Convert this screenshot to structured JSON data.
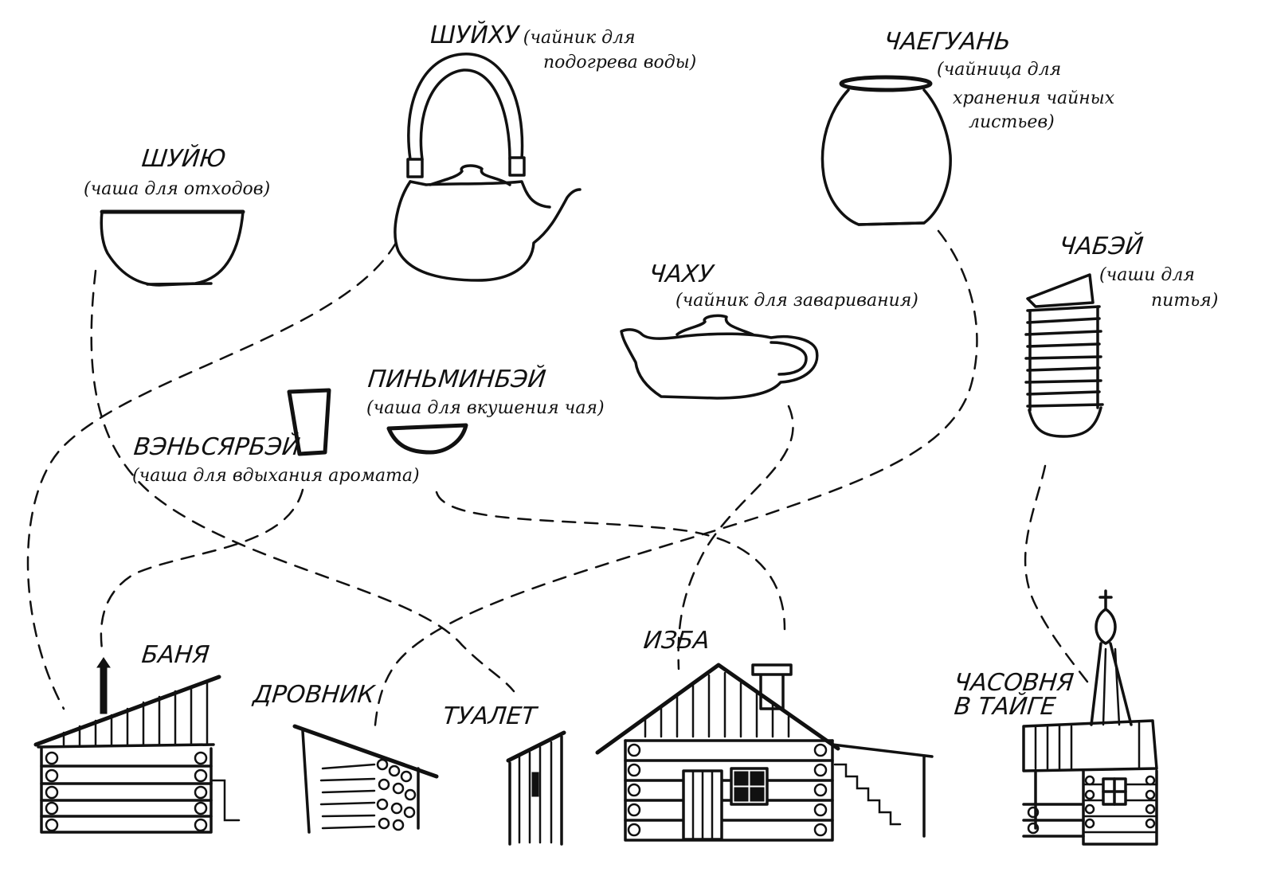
{
  "utensils": [
    {
      "id": "shuihu",
      "name": "ШУЙХУ",
      "desc_line1": "(чайник для",
      "desc_line2": "подогрева воды)",
      "icon": "kettle-icon"
    },
    {
      "id": "chaeguan",
      "name": "ЧАЕГУАНЬ",
      "desc_line1": "(чайница для",
      "desc_line2": "хранения чайных",
      "desc_line3": "листьев)",
      "icon": "tea-caddy-jar-icon"
    },
    {
      "id": "shuiyu",
      "name": "ШУЙЮ",
      "desc_line1": "(чаша для отходов)",
      "icon": "waste-bowl-icon"
    },
    {
      "id": "chahu",
      "name": "ЧАХУ",
      "desc_line1": "(чайник для заваривания)",
      "icon": "teapot-icon"
    },
    {
      "id": "chabei",
      "name": "ЧАБЭЙ",
      "desc_line1": "(чаши для",
      "desc_line2": "питья)",
      "icon": "stacked-cups-icon"
    },
    {
      "id": "pinmingbei",
      "name": "ПИНЬМИНБЭЙ",
      "desc_line1": "(чаша для вкушения чая)",
      "icon": "tasting-cup-icon"
    },
    {
      "id": "wenxiangbei",
      "name": "ВЭНЬСЯРБЭЙ",
      "desc_line1": "(чаша для вдыхания аромата)",
      "icon": "aroma-cup-icon"
    }
  ],
  "buildings": [
    {
      "id": "banya",
      "name": "БАНЯ",
      "icon": "bathhouse-icon"
    },
    {
      "id": "drovnik",
      "name": "ДРОВНИК",
      "icon": "woodshed-icon"
    },
    {
      "id": "tualet",
      "name": "ТУАЛЕТ",
      "icon": "outhouse-icon"
    },
    {
      "id": "izba",
      "name": "ИЗБА",
      "icon": "log-house-icon"
    },
    {
      "id": "chasovnya",
      "name_line1": "ЧАСОВНЯ",
      "name_line2": "В ТАЙГЕ",
      "icon": "chapel-icon"
    }
  ],
  "links": [
    {
      "from": "ШУЙХУ",
      "to": "БАНЯ"
    },
    {
      "from": "ШУЙЮ",
      "to": "ТУАЛЕТ"
    },
    {
      "from": "ВЭНЬСЯРБЭЙ",
      "to": "БАНЯ"
    },
    {
      "from": "ПИНЬМИНБЭЙ",
      "to": "ИЗБА"
    },
    {
      "from": "ЧАХУ",
      "to": "ИЗБА"
    },
    {
      "from": "ЧАЕГУАНЬ",
      "to": "ДРОВНИК"
    },
    {
      "from": "ЧАБЭЙ",
      "to": "ЧАСОВНЯ В ТАЙГЕ"
    }
  ],
  "colors": {
    "ink": "#111111",
    "background": "#ffffff"
  }
}
